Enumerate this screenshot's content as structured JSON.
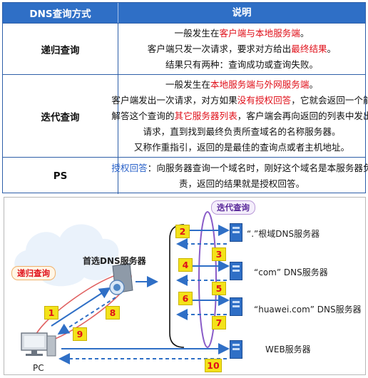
{
  "table": {
    "header": {
      "col1": "DNS查询方式",
      "col2": "说明"
    },
    "recursive": {
      "name": "递归查询",
      "line1_a": "一般发生在",
      "line1_b": "客户端与本地服务端",
      "line1_c": "。",
      "line2_a": "客户端只发一次请求，要求对方给出",
      "line2_b": "最终结果",
      "line2_c": "。",
      "line3": "结果只有两种：查询成功或查询失败。"
    },
    "iterative": {
      "name": "迭代查询",
      "line1_a": "一般发生在",
      "line1_b": "本地服务端与外网服务端",
      "line1_c": "。",
      "line2_a": "客户端发出一次请求，对方如果",
      "line2_b": "没有授权回答",
      "line2_c": "，它就会返回一个能",
      "line3_a": "解答这个查询的",
      "line3_b": "其它服务器列表",
      "line3_c": "，客户端会再向返回的列表中发出",
      "line4": "请求，直到找到最终负责所查域名的名称服务器。",
      "line5": "又称作重指引，返回的是最佳的查询点或者主机地址。"
    },
    "ps": {
      "name": "PS",
      "line1_a": "授权回答",
      "line1_b": "：向服务器查询一个域名时，刚好这个域名是本服务器负",
      "line2": "责，返回的结果就是授权回答。"
    }
  },
  "diagram": {
    "iterative_tag": "迭代查询",
    "recursive_tag": "递归查询",
    "preferred_dns": "首选DNS服务器",
    "pc": "PC",
    "root_server": "“.”根域DNS服务器",
    "com_server": "“com” DNS服务器",
    "huawei_server": "“huawei.com” DNS服务器",
    "web_server": "WEB服务器",
    "steps": [
      "1",
      "2",
      "3",
      "4",
      "5",
      "6",
      "7",
      "8",
      "9",
      "10"
    ]
  }
}
